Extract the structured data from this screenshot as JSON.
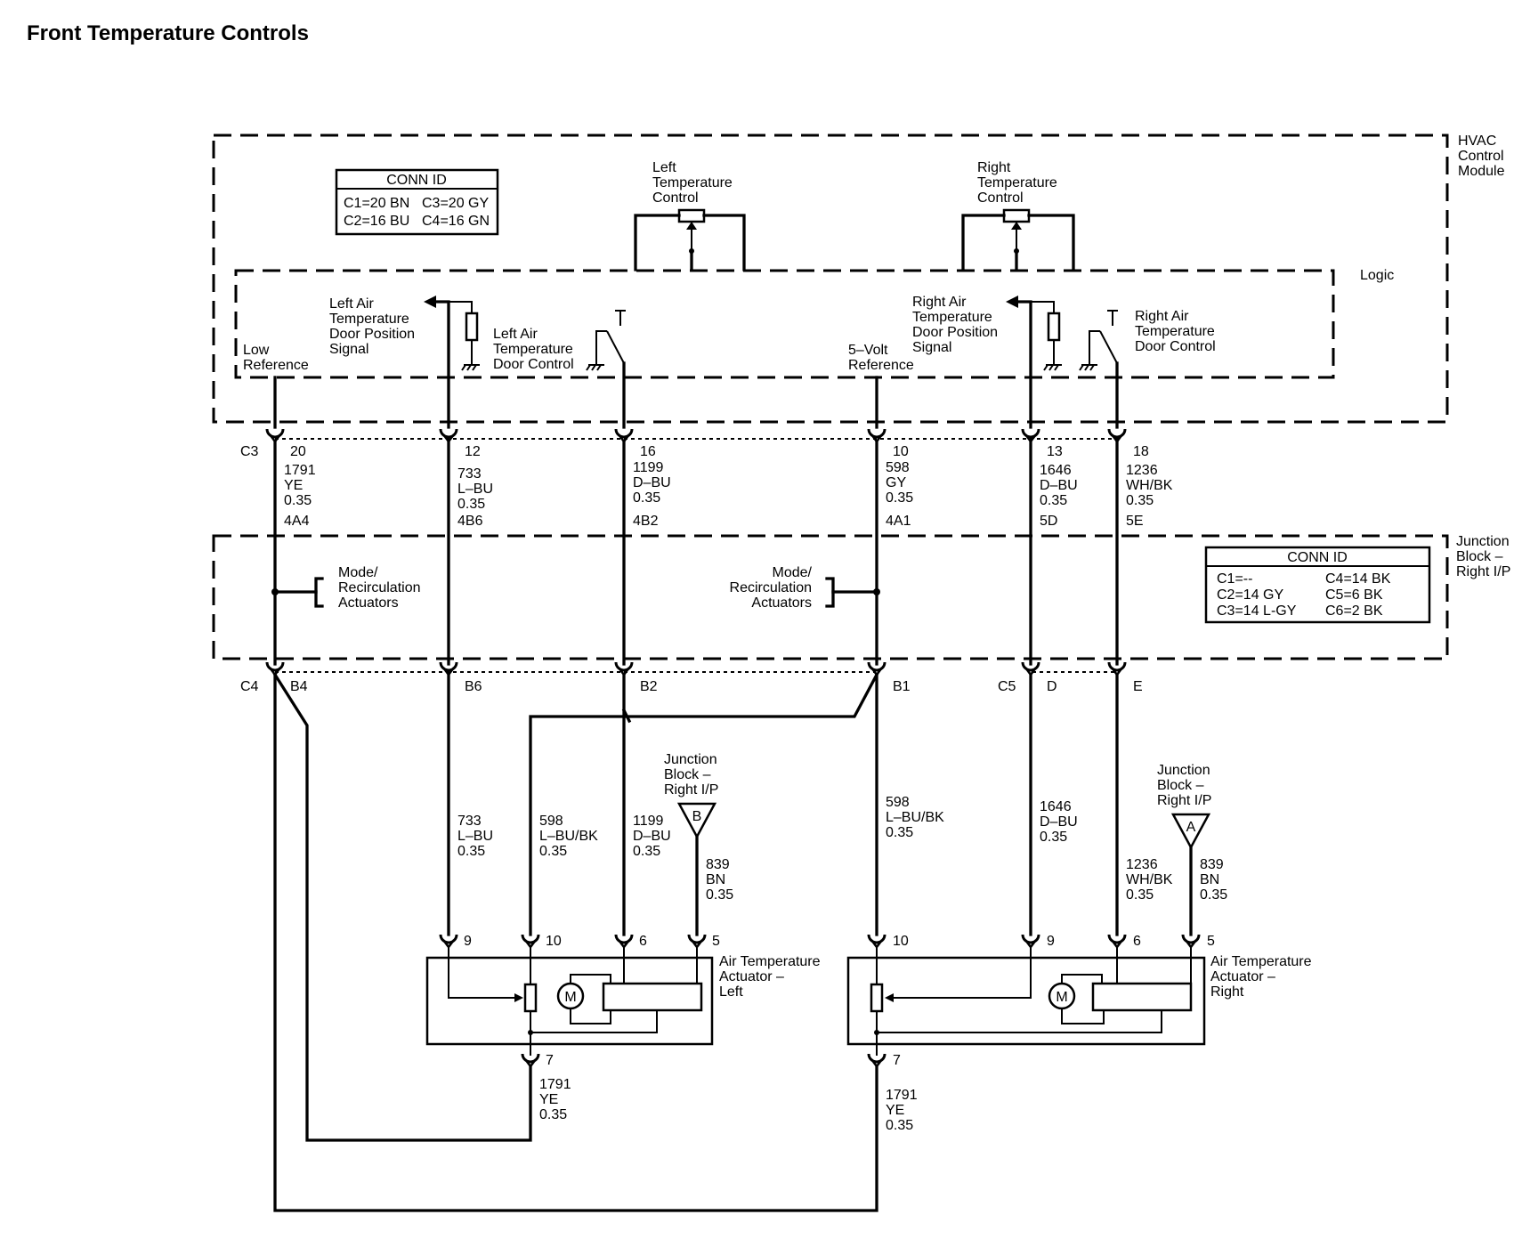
{
  "title": "Front Temperature Controls",
  "modules": {
    "hvac": "HVAC|Control|Module",
    "logic": "Logic",
    "junction_block": "Junction|Block –|Right I/P"
  },
  "hvac_conn": {
    "heading": "CONN ID",
    "c1": "C1=20 BN",
    "c3": "C3=20 GY",
    "c2": "C2=16 BU",
    "c4": "C4=16 GN"
  },
  "jb_conn": {
    "heading": "CONN ID",
    "c1": "C1=--",
    "c4": "C4=14 BK",
    "c2": "C2=14 GY",
    "c5": "C5=6 BK",
    "c3": "C3=14 L-GY",
    "c6": "C6=2 BK"
  },
  "controls": {
    "left_temp": "Left|Temperature|Control",
    "right_temp": "Right|Temperature|Control"
  },
  "signals": {
    "low_ref": "Low|Reference",
    "left_pos": "Left Air|Temperature|Door Position|Signal",
    "left_door": "Left Air|Temperature|Door Control",
    "five_volt": "5–Volt|Reference",
    "right_pos": "Right Air|Temperature|Door Position|Signal",
    "right_door": "Right Air|Temperature|Door Control"
  },
  "hvac_pins": {
    "connector_c3": "C3",
    "p20": "20",
    "p12": "12",
    "p16": "16",
    "p10": "10",
    "p13": "13",
    "p18": "18"
  },
  "upper_wires": {
    "w1": "1791|YE|0.35",
    "w2": "733|L–BU|0.35",
    "w3": "1199|D–BU|0.35",
    "w4": "598|GY|0.35",
    "w5": "1646|D–BU|0.35",
    "w6": "1236|WH/BK|0.35"
  },
  "splices": {
    "s1": "4A4",
    "s2": "4B6",
    "s3": "4B2",
    "s4": "4A1",
    "s5": "5D",
    "s6": "5E"
  },
  "jb_actuators": {
    "left": "Mode/|Recirculation|Actuators",
    "right": "Mode/|Recirculation|Actuators"
  },
  "jb_pins": {
    "connector_c4": "C4",
    "b4": "B4",
    "b6": "B6",
    "b2": "B2",
    "b1": "B1",
    "connector_c5": "C5",
    "d": "D",
    "e": "E"
  },
  "lower_wires": {
    "w733": "733|L–BU|0.35",
    "w598_left": "598|L–BU/BK|0.35",
    "w1199": "1199|D–BU|0.35",
    "w839_left": "839|BN|0.35",
    "w598_right": "598|L–BU/BK|0.35",
    "w1646": "1646|D–BU|0.35",
    "w1236": "1236|WH/BK|0.35",
    "w839_right": "839|BN|0.35",
    "w1791_left": "1791|YE|0.35",
    "w1791_right": "1791|YE|0.35"
  },
  "grounds": {
    "b_label": "Junction|Block –|Right I/P",
    "b_letter": "B",
    "a_label": "Junction|Block –|Right I/P",
    "a_letter": "A"
  },
  "actuator_left": {
    "label": "Air Temperature|Actuator –|Left",
    "p9": "9",
    "p10": "10",
    "p6": "6",
    "p5": "5",
    "p7": "7",
    "motor": "M"
  },
  "actuator_right": {
    "label": "Air Temperature|Actuator –|Right",
    "p10": "10",
    "p9": "9",
    "p6": "6",
    "p5": "5",
    "p7": "7",
    "motor": "M"
  }
}
